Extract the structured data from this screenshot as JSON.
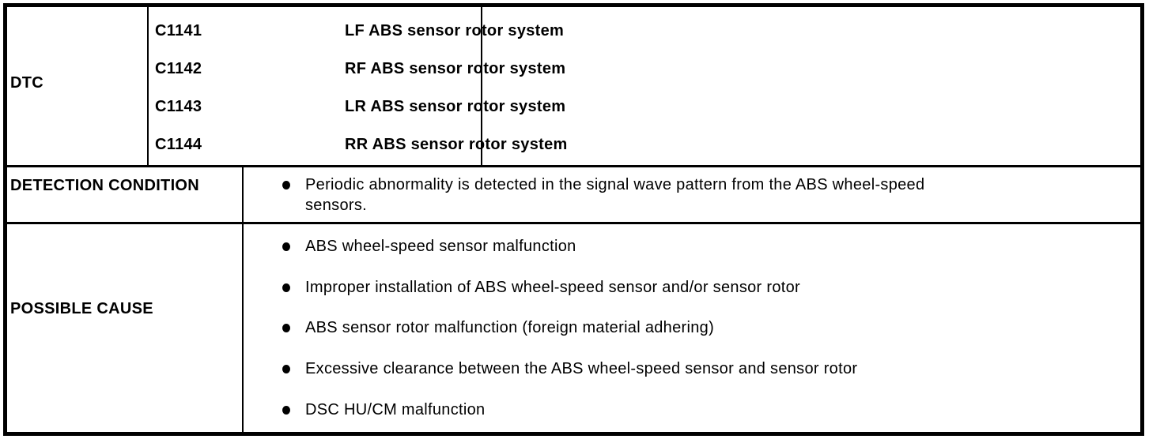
{
  "colors": {
    "border": "#000000",
    "background": "#ffffff",
    "text": "#000000"
  },
  "table": {
    "dtc_label": "DTC",
    "dtc_rows": [
      {
        "code": "C1141",
        "description": "LF ABS sensor rotor system"
      },
      {
        "code": "C1142",
        "description": "RF ABS sensor rotor system"
      },
      {
        "code": "C1143",
        "description": "LR ABS sensor rotor system"
      },
      {
        "code": "C1144",
        "description": "RR ABS sensor rotor system"
      }
    ],
    "detection_label": "DETECTION CONDITION",
    "detection_items": [
      "Periodic abnormality is detected in the signal wave pattern from the ABS wheel-speed sensors."
    ],
    "possible_label": "POSSIBLE CAUSE",
    "possible_cause_items": [
      "ABS wheel-speed sensor malfunction",
      "Improper installation of ABS wheel-speed sensor and/or sensor rotor",
      "ABS sensor rotor malfunction (foreign material adhering)",
      "Excessive clearance between the ABS wheel-speed sensor and sensor rotor",
      "DSC HU/CM malfunction"
    ]
  }
}
